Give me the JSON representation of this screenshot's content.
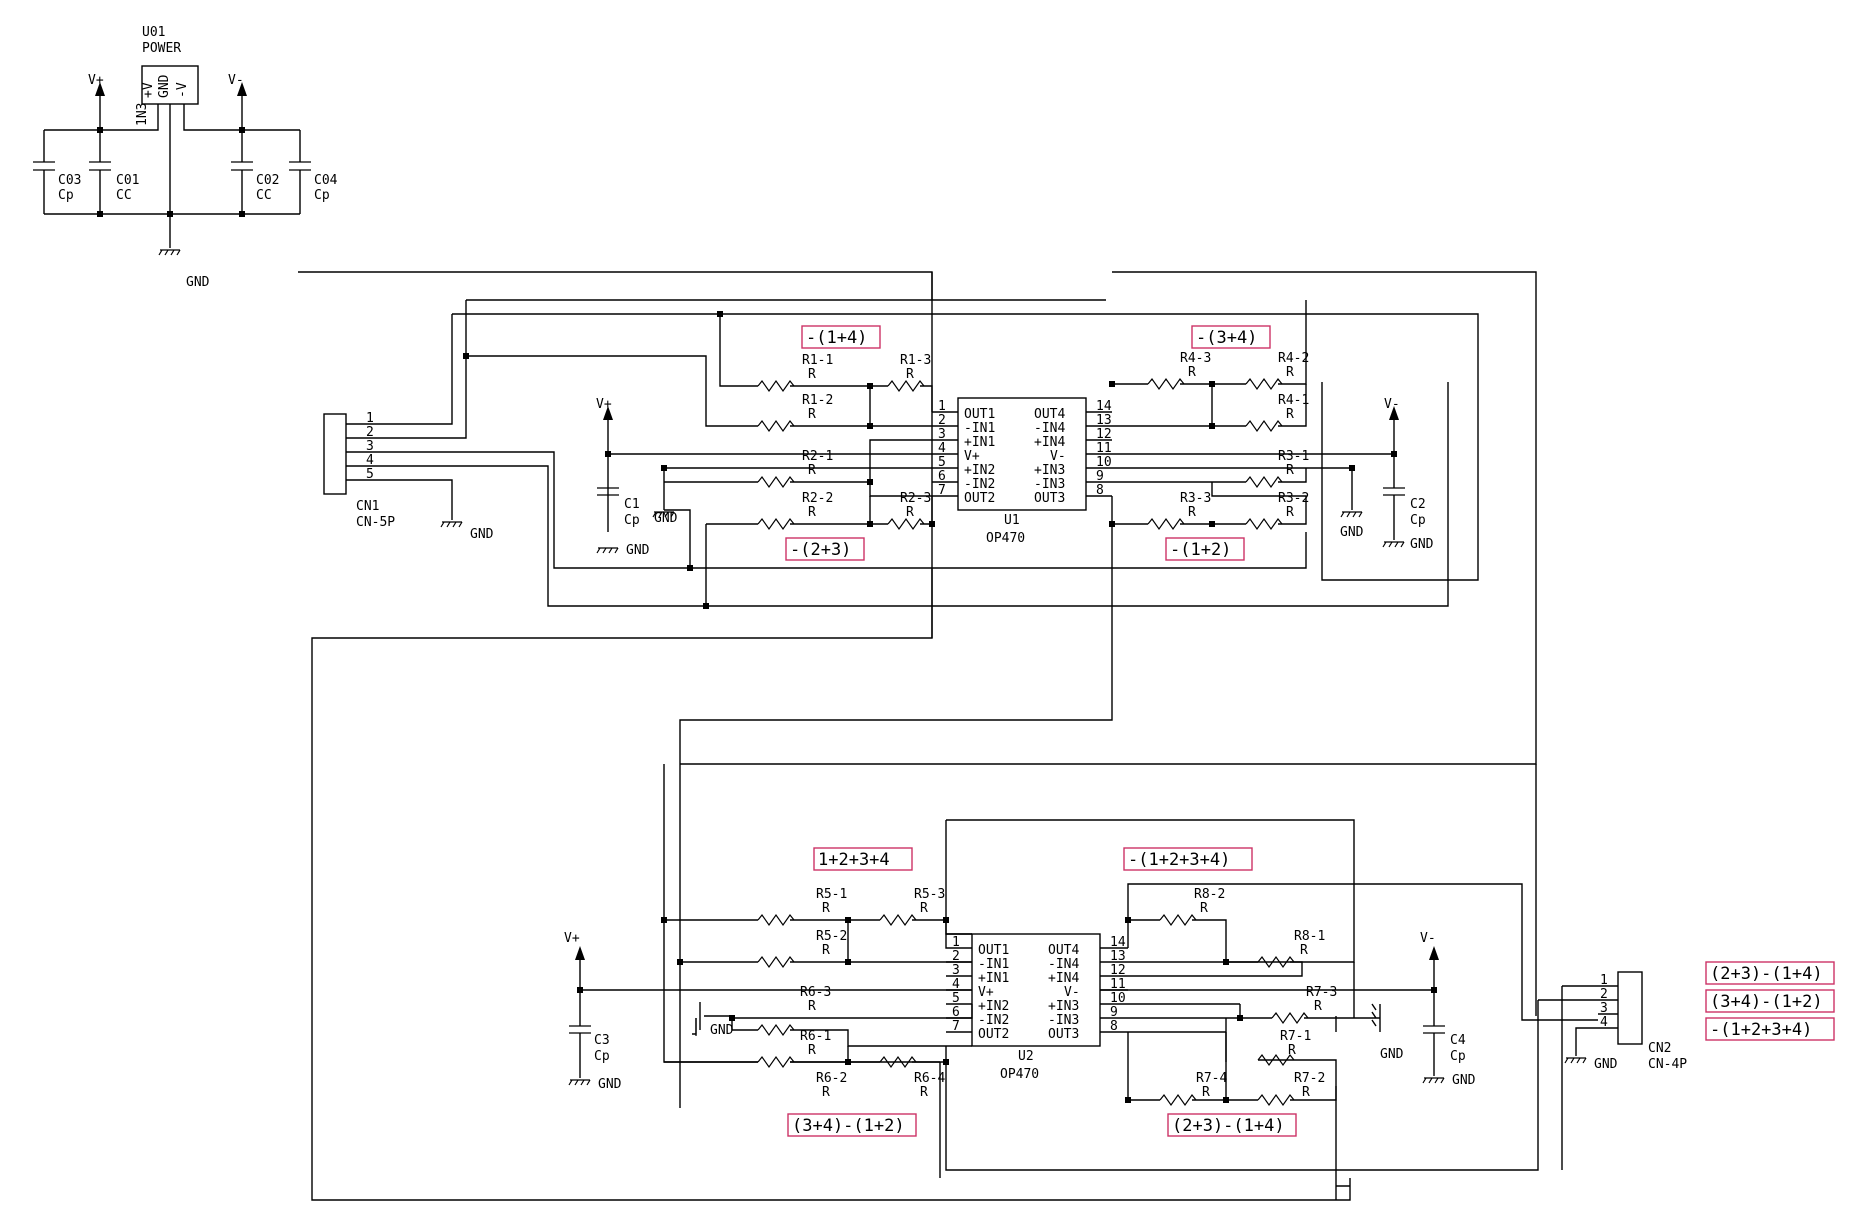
{
  "power": {
    "ref": "U01",
    "name": "POWER",
    "pin_plus": "+V",
    "pin_gnd": "GND",
    "pin_minus": "-V",
    "pin_nums": "1N3"
  },
  "supply": {
    "vplus": "V+",
    "vminus": "V-",
    "gnd": "GND"
  },
  "caps": {
    "c03": [
      "C03",
      "Cp"
    ],
    "c01": [
      "C01",
      "CC"
    ],
    "c02": [
      "C02",
      "CC"
    ],
    "c04": [
      "C04",
      "Cp"
    ],
    "c1": [
      "C1",
      "Cp"
    ],
    "c2": [
      "C2",
      "Cp"
    ],
    "c3": [
      "C3",
      "Cp"
    ],
    "c4": [
      "C4",
      "Cp"
    ]
  },
  "connectors": {
    "cn1": {
      "ref": "CN1",
      "type": "CN-5P",
      "pins": [
        "1",
        "2",
        "3",
        "4",
        "5"
      ]
    },
    "cn2": {
      "ref": "CN2",
      "type": "CN-4P",
      "pins": [
        "1",
        "2",
        "3",
        "4"
      ]
    }
  },
  "ic": {
    "u1": {
      "ref": "U1",
      "type": "OP470"
    },
    "u2": {
      "ref": "U2",
      "type": "OP470"
    },
    "left_pins": [
      "OUT1",
      "-IN1",
      "+IN1",
      "V+",
      "+IN2",
      "-IN2",
      "OUT2"
    ],
    "right_pins": [
      "OUT4",
      "-IN4",
      "+IN4",
      "V-",
      "+IN3",
      "-IN3",
      "OUT3"
    ],
    "left_nums": [
      "1",
      "2",
      "3",
      "4",
      "5",
      "6",
      "7"
    ],
    "right_nums": [
      "14",
      "13",
      "12",
      "11",
      "10",
      "9",
      "8"
    ]
  },
  "resistors": {
    "value": "R",
    "r1_1": "R1-1",
    "r1_2": "R1-2",
    "r1_3": "R1-3",
    "r2_1": "R2-1",
    "r2_2": "R2-2",
    "r2_3": "R2-3",
    "r3_1": "R3-1",
    "r3_2": "R3-2",
    "r3_3": "R3-3",
    "r4_1": "R4-1",
    "r4_2": "R4-2",
    "r4_3": "R4-3",
    "r5_1": "R5-1",
    "r5_2": "R5-2",
    "r5_3": "R5-3",
    "r6_1": "R6-1",
    "r6_2": "R6-2",
    "r6_3": "R6-3",
    "r6_4": "R6-4",
    "r7_1": "R7-1",
    "r7_2": "R7-2",
    "r7_3": "R7-3",
    "r7_4": "R7-4",
    "r8_1": "R8-1",
    "r8_2": "R8-2"
  },
  "net_labels": {
    "n1": "-(1+4)",
    "n2": "-(3+4)",
    "n3": "-(2+3)",
    "n4": "-(1+2)",
    "n5": "1+2+3+4",
    "n6": "-(1+2+3+4)",
    "n7": "(3+4)-(1+2)",
    "n8": "(2+3)-(1+4)"
  },
  "output_labels": [
    "(2+3)-(1+4)",
    "(3+4)-(1+2)",
    "-(1+2+3+4)"
  ],
  "colors": {
    "wire": "#000000",
    "label_border": "#cc3366"
  }
}
